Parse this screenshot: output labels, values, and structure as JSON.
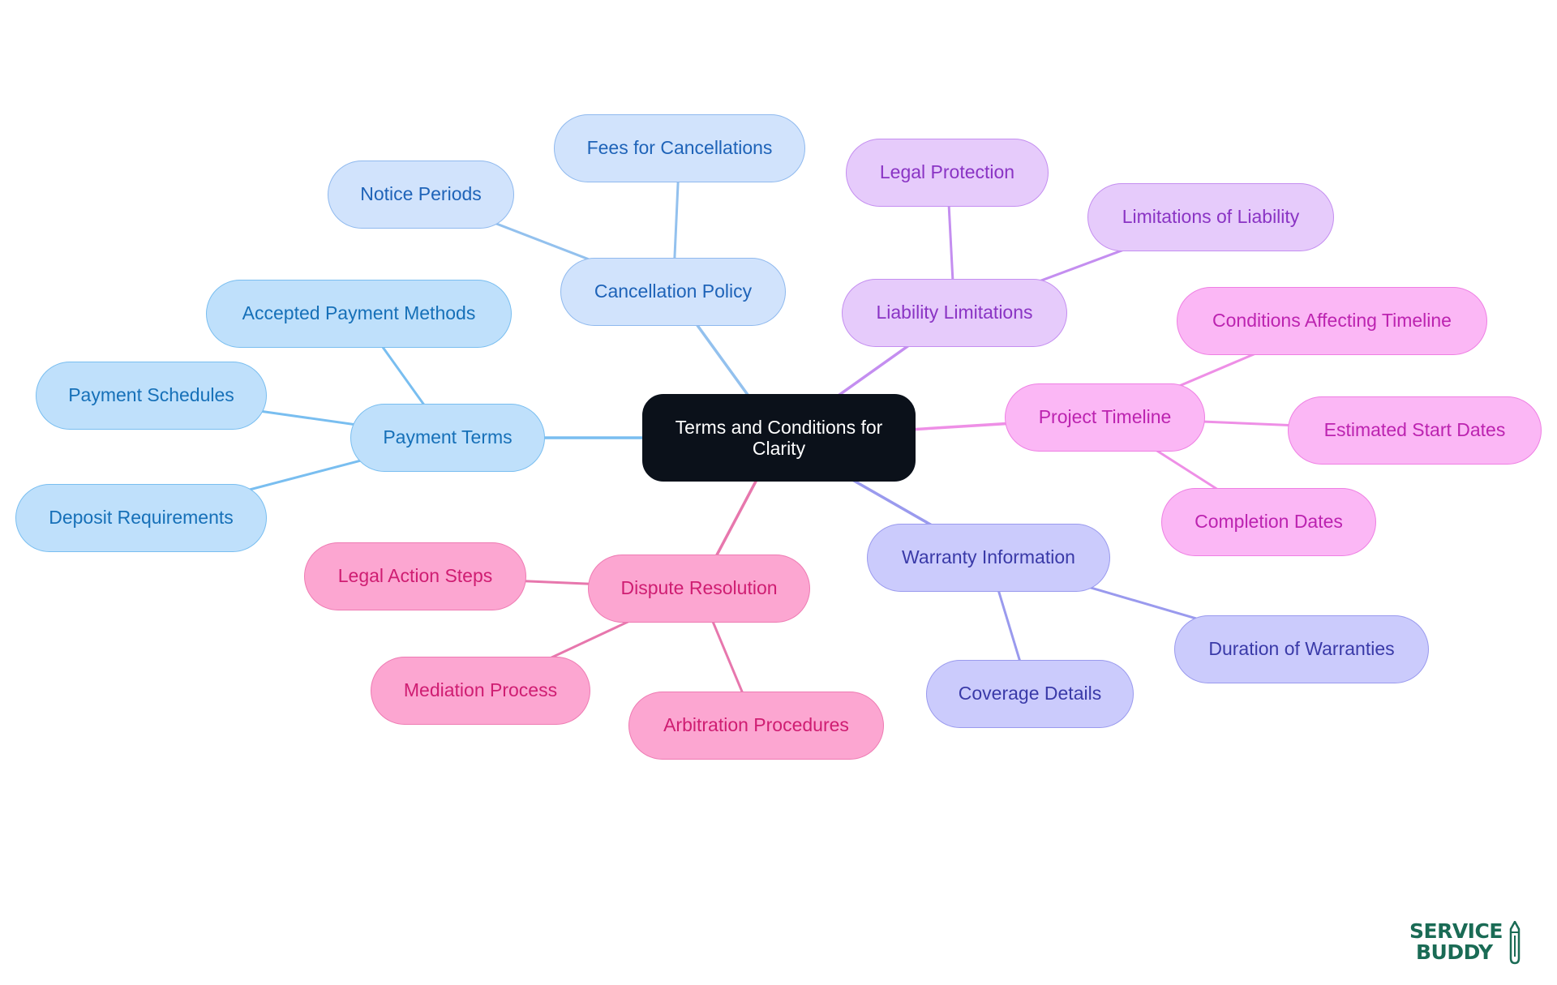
{
  "colors": {
    "root": {
      "fill": "#0b111a",
      "border": "#0b111a",
      "text": "#ffffff",
      "line": "#0b111a"
    },
    "blue": {
      "fill": "#bfe0fb",
      "border": "#79bef0",
      "text": "#1670b8",
      "line": "#79bef0"
    },
    "lblue": {
      "fill": "#d1e3fc",
      "border": "#8fb9ee",
      "text": "#1e63b8",
      "line": "#93c1ee"
    },
    "violet": {
      "fill": "#e6cbfb",
      "border": "#c48ef0",
      "text": "#8a34c4",
      "line": "#c48ef0"
    },
    "magenta": {
      "fill": "#fbb7f5",
      "border": "#ee7fe3",
      "text": "#bc23b0",
      "line": "#ee8fe6"
    },
    "indigo": {
      "fill": "#cbcbfc",
      "border": "#9a9aee",
      "text": "#3a3aa8",
      "line": "#9a9aee"
    },
    "pink": {
      "fill": "#fca6d1",
      "border": "#ee7bb3",
      "text": "#cf1d72",
      "line": "#e777ad"
    }
  },
  "mindmap": {
    "root": "Terms and Conditions for Clarity",
    "branches": {
      "payment": {
        "label": "Payment Terms",
        "children": [
          "Accepted Payment Methods",
          "Payment Schedules",
          "Deposit Requirements"
        ]
      },
      "cancellation": {
        "label": "Cancellation Policy",
        "children": [
          "Notice Periods",
          "Fees for Cancellations"
        ]
      },
      "liability": {
        "label": "Liability Limitations",
        "children": [
          "Legal Protection",
          "Limitations of Liability"
        ]
      },
      "timeline": {
        "label": "Project Timeline",
        "children": [
          "Conditions Affecting Timeline",
          "Estimated Start Dates",
          "Completion Dates"
        ]
      },
      "warranty": {
        "label": "Warranty Information",
        "children": [
          "Duration of Warranties",
          "Coverage Details"
        ]
      },
      "dispute": {
        "label": "Dispute Resolution",
        "children": [
          "Legal Action Steps",
          "Mediation Process",
          "Arbitration Procedures"
        ]
      }
    }
  },
  "logo": {
    "line1": "SERVICE",
    "line2": "BUDDY"
  }
}
